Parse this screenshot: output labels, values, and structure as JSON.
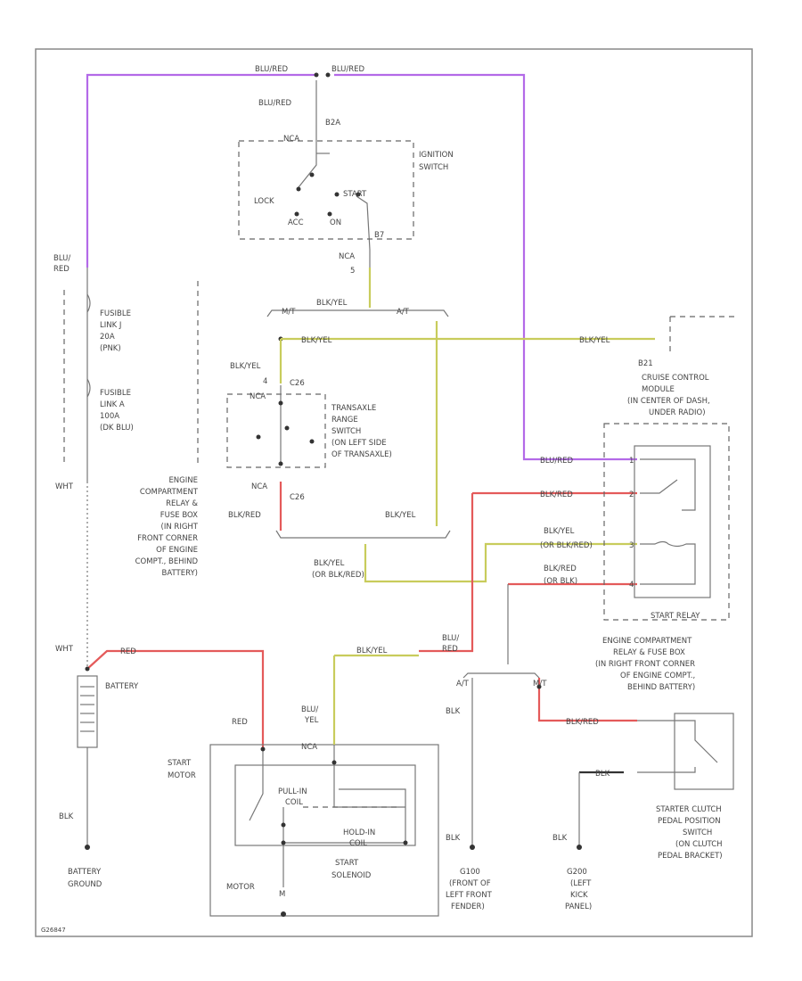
{
  "colors": {
    "purple": "#b36ae8",
    "red": "#e45a5a",
    "yellow": "#c8cc5c",
    "black": "#333333",
    "grey": "#888888"
  },
  "labels": {
    "blu_red_top_left": "BLU/RED",
    "blu_red_top_right": "BLU/RED",
    "blu_red_switch_in": "BLU/RED",
    "pin_b2": "B2A",
    "ign_pin_top": "NCA",
    "ignition_switch": [
      "IGNITION",
      "SWITCH"
    ],
    "lock": "LOCK",
    "start_pos": "START",
    "acc": "ACC",
    "on": "ON",
    "ign_pin_bottom": "B7",
    "nca_lower": "NCA",
    "num_5": "5",
    "blu_red_left_vert": [
      "BLU/",
      "RED"
    ],
    "fusible_link_j": [
      "FUSIBLE",
      "LINK J",
      "20A",
      "(PNK)"
    ],
    "fusible_link_a": [
      "FUSIBLE",
      "LINK A",
      "100A",
      "(DK BLU)"
    ],
    "engine_relay_box_left": [
      "ENGINE",
      "COMPARTMENT",
      "RELAY &",
      "FUSE BOX",
      "(IN RIGHT",
      "FRONT CORNER",
      "OF ENGINE",
      "COMPT., BEHIND",
      "BATTERY)"
    ],
    "wht_upper": "WHT",
    "wht_lower": "WHT",
    "blk_yel_top": "BLK/YEL",
    "mt": "M/T",
    "at": "A/T",
    "blk_yel_bus_left": "BLK/YEL",
    "blk_yel_bus_right": "BLK/YEL",
    "b21": "B21",
    "cruise_control": [
      "CRUISE CONTROL",
      "MODULE",
      "(IN CENTER OF DASH,",
      "UNDER RADIO)"
    ],
    "blk_yel_tr": "BLK/YEL",
    "num_4": "4",
    "c26_top": "C26",
    "tr_nca": "NCA",
    "transaxle_range": [
      "TRANSAXLE",
      "RANGE",
      "SWITCH",
      "(ON LEFT SIDE",
      "OF TRANSAXLE)"
    ],
    "tr_nca_bottom": "NCA",
    "c26_bottom": "C26",
    "blk_red_left": "BLK/RED",
    "blk_yel_right": "BLK/YEL",
    "blk_yel_or_blk_red": [
      "BLK/YEL",
      "(OR BLK/RED)"
    ],
    "relay_blu_red": "BLU/RED",
    "relay_blk_red": "BLK/RED",
    "relay_blk_yel": [
      "BLK/YEL",
      "(OR BLK/RED)"
    ],
    "relay_blk_red2": [
      "BLK/RED",
      "(OR BLK)"
    ],
    "relay_pin_1": "1",
    "relay_pin_2": "2",
    "relay_pin_3": "3",
    "relay_pin_4": "4",
    "start_relay": "START RELAY",
    "engine_relay_box_right": [
      "ENGINE COMPARTMENT",
      "RELAY & FUSE BOX",
      "(IN RIGHT FRONT CORNER",
      "OF ENGINE COMPT.,",
      "BEHIND BATTERY)"
    ],
    "blu_red_mid": [
      "BLU/",
      "RED"
    ],
    "blk_yel_mid": "BLK/YEL",
    "red_batt": "RED",
    "battery": "BATTERY",
    "at2": "A/T",
    "mt2": "M/T",
    "blk_mid": "BLK",
    "blk_red_clutch": "BLK/RED",
    "blk_clutch": "BLK",
    "blu_yel": [
      "BLU/",
      "YEL"
    ],
    "red_motor": "RED",
    "sm_nca": "NCA",
    "start_motor": [
      "START",
      "MOTOR"
    ],
    "pull_in": [
      "PULL-IN",
      "COIL"
    ],
    "hold_in": [
      "HOLD-IN",
      "COIL"
    ],
    "start_solenoid": [
      "START",
      "SOLENOID"
    ],
    "motor": "MOTOR",
    "m_label": "M",
    "blk_batt": "BLK",
    "battery_ground": [
      "BATTERY",
      "GROUND"
    ],
    "blk_g100": "BLK",
    "g100": [
      "G100",
      "(FRONT OF",
      "LEFT FRONT",
      "FENDER)"
    ],
    "blk_g200": "BLK",
    "g200": [
      "G200",
      "(LEFT",
      "KICK",
      "PANEL)"
    ],
    "clutch_switch": [
      "STARTER CLUTCH",
      "PEDAL POSITION",
      "SWITCH",
      "(ON CLUTCH",
      "PEDAL BRACKET)"
    ],
    "figure_code": "G26847"
  }
}
